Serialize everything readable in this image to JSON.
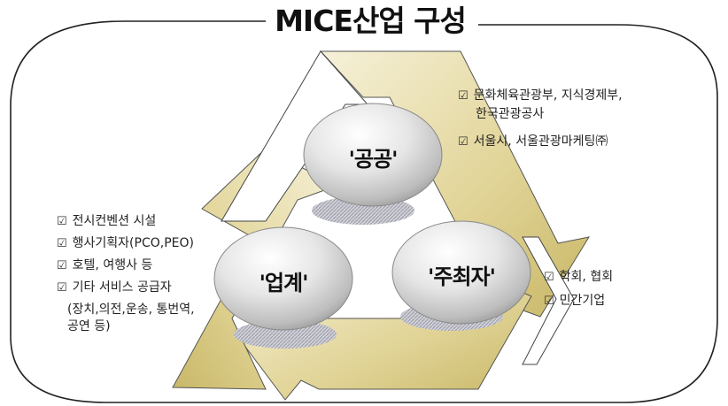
{
  "title": "MICE산업 구성",
  "colors": {
    "arrow_gold": "#d6c77e",
    "arrow_light": "#f4eed2",
    "ellipse_highlight": "#f7f7f7",
    "ellipse_shade": "#a9a9a9",
    "frame": "#222222"
  },
  "nodes": {
    "public": "'공공'",
    "industry": "'업계'",
    "organizer": "'주최자'"
  },
  "public_items": [
    "문화체육관광부, 지식경제부,",
    "한국관광공사",
    "서울시, 서울관광마케팅㈜"
  ],
  "industry_items": [
    "전시컨벤션 시설",
    "행사기획자(PCO,PEO)",
    "호텔, 여행사 등",
    "기타 서비스 공급자"
  ],
  "industry_sub": [
    "(장치,의전,운송, 통번역,",
    "공연 등)"
  ],
  "organizer_items": [
    "학회, 협회",
    "민간기업"
  ],
  "checkbox_glyph": "☑"
}
